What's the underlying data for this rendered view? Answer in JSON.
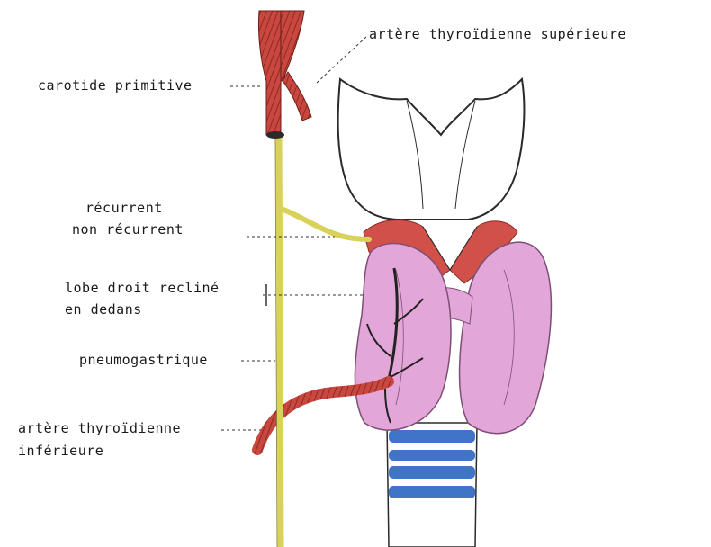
{
  "labels": {
    "superior_thyroid_artery": "artère thyroïdienne supérieure",
    "common_carotid": "carotide primitive",
    "recurrent_line1": "récurrent",
    "recurrent_line2": "non récurrent",
    "right_lobe_line1": "lobe droit recliné",
    "right_lobe_line2": "en dedans",
    "vagus": "pneumogastrique",
    "inferior_thyroid_line1": "artère thyroïdienne",
    "inferior_thyroid_line2": "inférieure"
  },
  "colors": {
    "nerve": "#d9d25a",
    "artery": "#c9473f",
    "thyroid": "#e3a6d8",
    "cartilage_outline": "#2a2a2a",
    "trachea_ring": "#3f74c6",
    "leader": "#333333"
  }
}
